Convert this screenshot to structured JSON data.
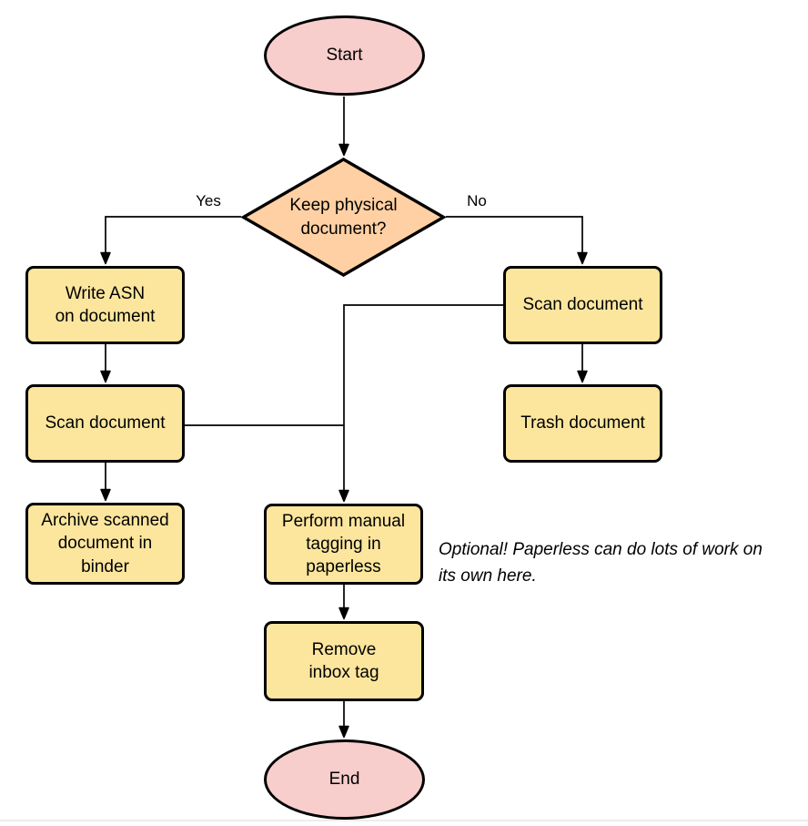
{
  "diagram": {
    "nodes": {
      "start": {
        "type": "terminal",
        "label": "Start"
      },
      "decision": {
        "type": "decision",
        "label": "Keep physical\ndocument?"
      },
      "write_asn": {
        "type": "process",
        "label": "Write ASN\non document"
      },
      "scan_left": {
        "type": "process",
        "label": "Scan document"
      },
      "archive": {
        "type": "process",
        "label": "Archive scanned\ndocument in\nbinder"
      },
      "scan_right": {
        "type": "process",
        "label": "Scan document"
      },
      "trash": {
        "type": "process",
        "label": "Trash document"
      },
      "tagging": {
        "type": "process",
        "label": "Perform manual\ntagging in\npaperless"
      },
      "remove_inbox": {
        "type": "process",
        "label": "Remove\ninbox tag"
      },
      "end": {
        "type": "terminal",
        "label": "End"
      }
    },
    "edge_labels": {
      "yes": "Yes",
      "no": "No"
    },
    "annotation": "Optional! Paperless can do lots of work on\nits own here.",
    "colors": {
      "terminal_fill": "#f8cecc",
      "decision_fill": "#ffd0a3",
      "process_fill": "#fce69e",
      "stroke": "#000000",
      "connector": "#000000",
      "background": "#ffffff"
    }
  }
}
